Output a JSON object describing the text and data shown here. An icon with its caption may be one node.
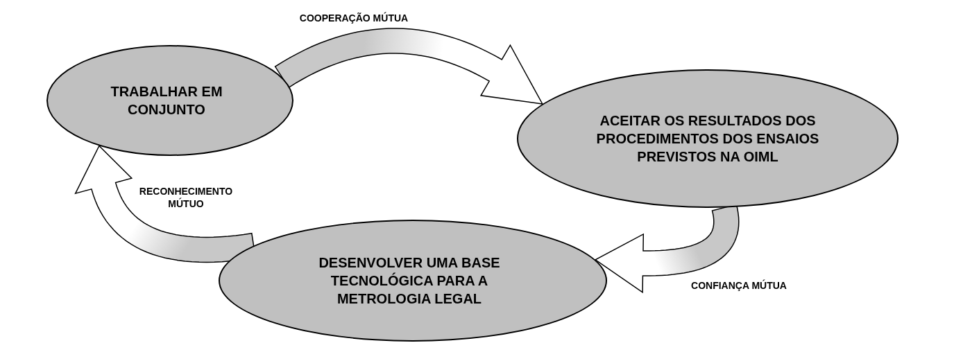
{
  "diagram": {
    "nodes": [
      {
        "text": [
          "TRABALHAR EM CONJUNTO"
        ]
      },
      {
        "text": [
          "ACEITAR OS RESULTADOS DOS PROCEDIMENTOS DOS ENSAIOS PREVISTOS NA OIML"
        ]
      },
      {
        "text": [
          "DESENVOLVER UMA BASE TECNOLÓGICA PARA A METROLOGIA LEGAL"
        ]
      }
    ],
    "edges": [
      {
        "from": 0,
        "to": 1,
        "arrow": "to",
        "label": "COOPERAÇÃO MÚTUA"
      },
      {
        "from": 1,
        "to": 2,
        "arrow": "to",
        "label": "CONFIANÇA MÚTUA"
      },
      {
        "from": 2,
        "to": 0,
        "arrow": "to",
        "label": "RECONHECIMENTO MÚTUO"
      }
    ]
  }
}
